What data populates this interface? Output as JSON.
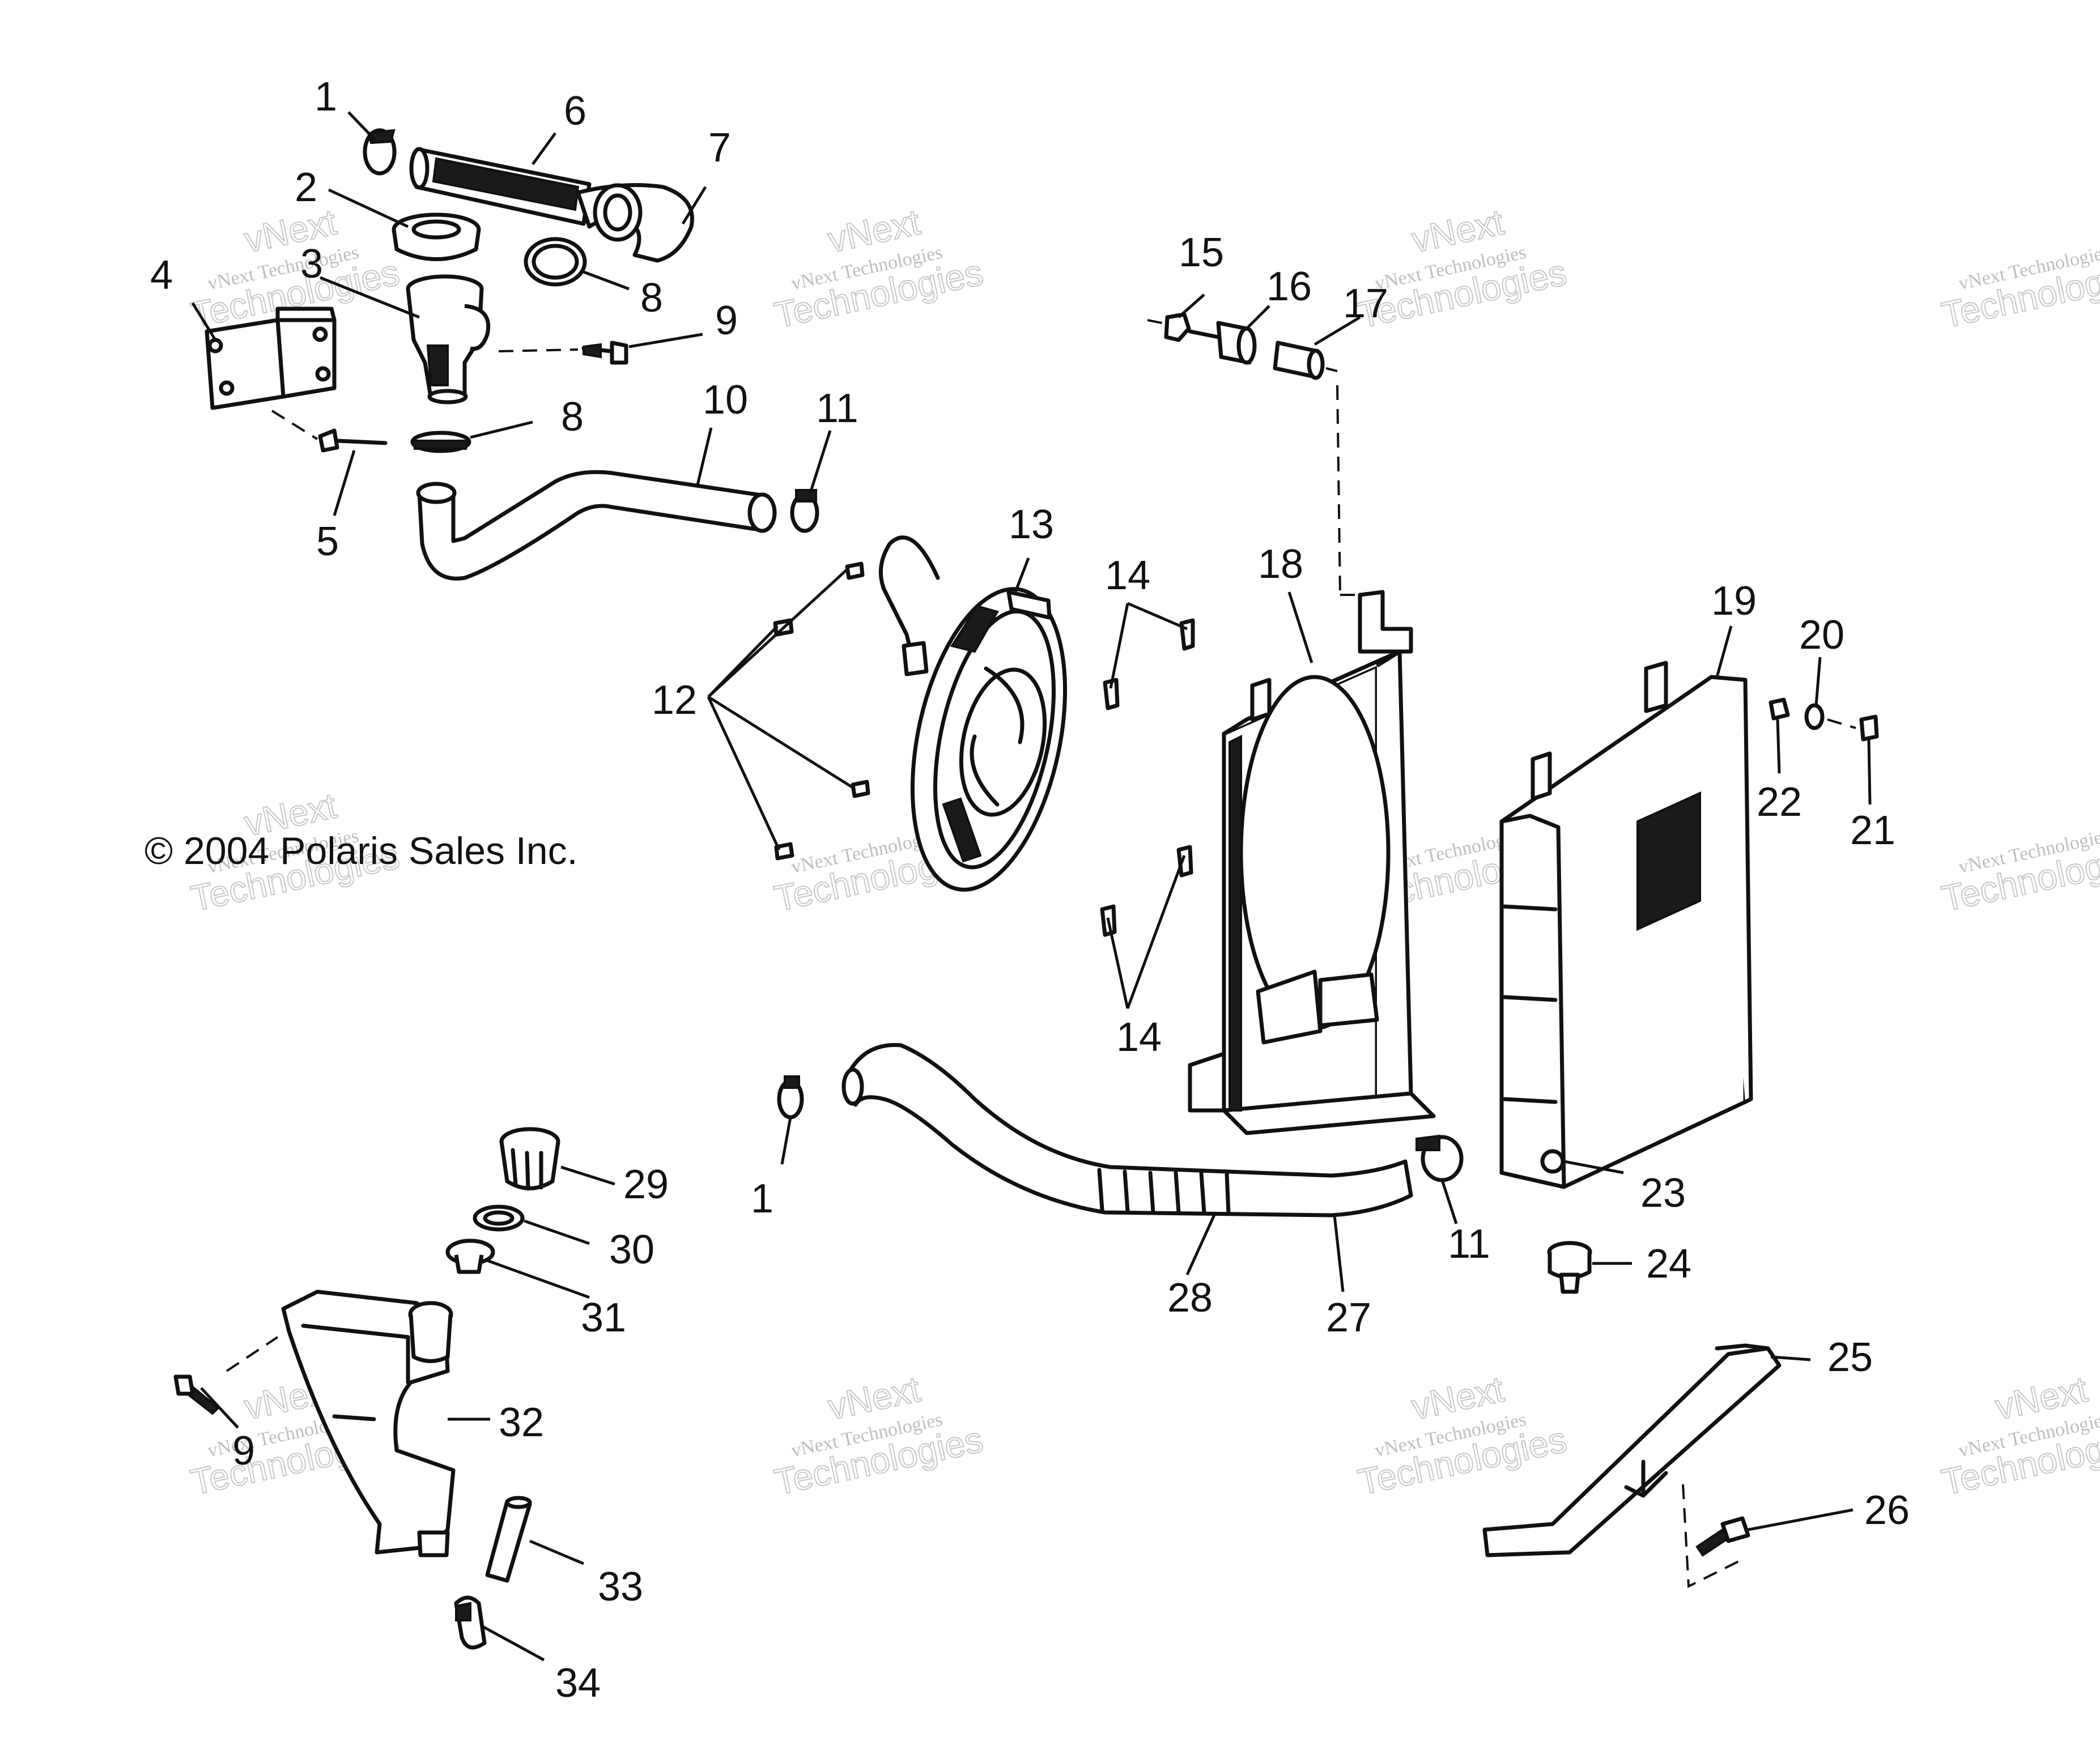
{
  "copyright": "© 2004 Polaris Sales Inc.",
  "watermark": {
    "line1": "vNext Technologies",
    "line2": "Technologies",
    "line3": "vNext"
  },
  "callouts": {
    "c1a": "1",
    "c1b": "1",
    "c2": "2",
    "c3": "3",
    "c4": "4",
    "c5": "5",
    "c6": "6",
    "c7": "7",
    "c8a": "8",
    "c8b": "8",
    "c9a": "9",
    "c9b": "9",
    "c10": "10",
    "c11a": "11",
    "c11b": "11",
    "c12": "12",
    "c13": "13",
    "c14a": "14",
    "c14b": "14",
    "c15": "15",
    "c16": "16",
    "c17": "17",
    "c18": "18",
    "c19": "19",
    "c20": "20",
    "c21": "21",
    "c22": "22",
    "c23": "23",
    "c24": "24",
    "c25": "25",
    "c26": "26",
    "c27": "27",
    "c28": "28",
    "c29": "29",
    "c30": "30",
    "c31": "31",
    "c32": "32",
    "c33": "33",
    "c34": "34"
  }
}
